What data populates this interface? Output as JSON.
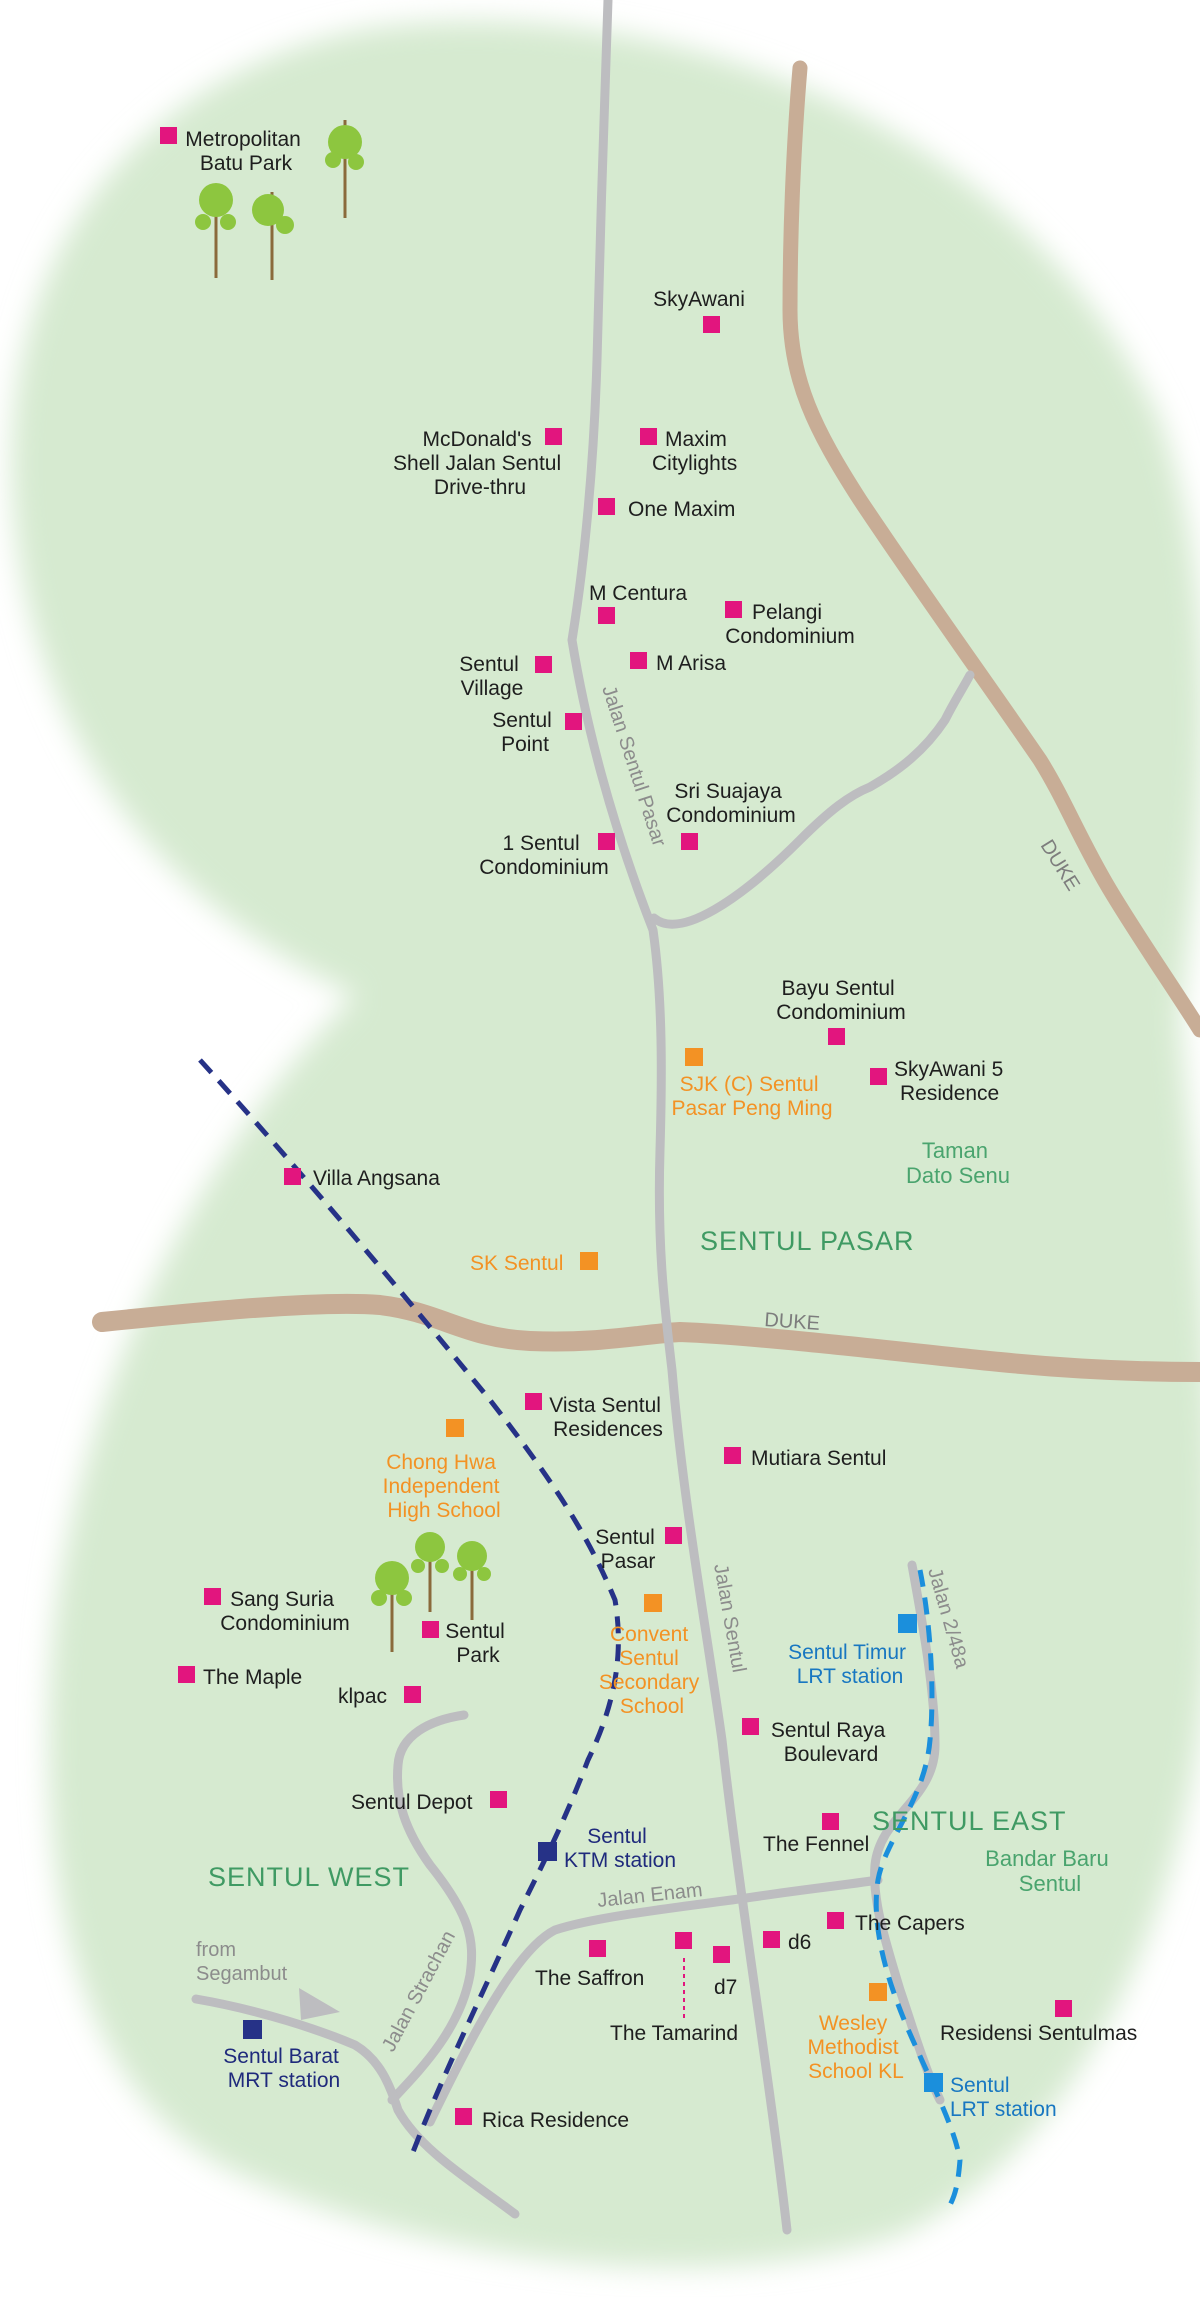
{
  "colors": {
    "land": "#d6ead0",
    "road": "#bdbdc0",
    "highway": "#c8ad96",
    "residential": "#e2157e",
    "school": "#f39224",
    "ktm_mrt": "#263287",
    "lrt": "#1b8fdc",
    "tree_leaf": "#8dc63f",
    "tree_trunk": "#8a6a3b"
  },
  "areas": {
    "sentul_pasar": "SENTUL PASAR",
    "sentul_west": "SENTUL WEST",
    "sentul_east": "SENTUL EAST"
  },
  "neighbourhoods": {
    "taman_dato_senu": [
      "Taman",
      "Dato Senu"
    ],
    "bandar_baru_sentul": [
      "Bandar Baru",
      "Sentul"
    ]
  },
  "roads": {
    "duke_north": "DUKE",
    "duke_middle": "DUKE",
    "jalan_sentul_pasar": "Jalan Sentul Pasar",
    "jalan_sentul": "Jalan Sentul",
    "jalan_2_48a": "Jalan 2/48a",
    "jalan_enam": "Jalan Enam",
    "jalan_strachan": "Jalan Strachan",
    "from_segambut": [
      "from",
      "Segambut"
    ]
  },
  "residential": {
    "metropolitan_batu_park": [
      "Metropolitan",
      "Batu Park"
    ],
    "skyawani": [
      "SkyAwani"
    ],
    "mcdonalds": [
      "McDonald's",
      "Shell Jalan Sentul",
      "Drive-thru"
    ],
    "maxim_citylights": [
      "Maxim",
      "Citylights"
    ],
    "one_maxim": [
      "One Maxim"
    ],
    "m_centura": [
      "M Centura"
    ],
    "pelangi": [
      "Pelangi",
      "Condominium"
    ],
    "sentul_village": [
      "Sentul",
      "Village"
    ],
    "m_arisa": [
      "M Arisa"
    ],
    "sentul_point": [
      "Sentul",
      "Point"
    ],
    "sri_suajaya": [
      "Sri Suajaya",
      "Condominium"
    ],
    "one_sentul": [
      "1 Sentul",
      "Condominium"
    ],
    "bayu_sentul": [
      "Bayu Sentul",
      "Condominium"
    ],
    "skyawani5": [
      "SkyAwani 5",
      "Residence"
    ],
    "villa_angsana": [
      "Villa Angsana"
    ],
    "vista_sentul": [
      "Vista Sentul",
      "Residences"
    ],
    "mutiara_sentul": [
      "Mutiara Sentul"
    ],
    "sentul_pasar_pt": [
      "Sentul",
      "Pasar"
    ],
    "sang_suria": [
      "Sang Suria",
      "Condominium"
    ],
    "sentul_park": [
      "Sentul",
      "Park"
    ],
    "the_maple": [
      "The Maple"
    ],
    "klpac": [
      "klpac"
    ],
    "sentul_raya": [
      "Sentul Raya",
      "Boulevard"
    ],
    "sentul_depot": [
      "Sentul Depot"
    ],
    "the_fennel": [
      "The Fennel"
    ],
    "the_capers": [
      "The Capers"
    ],
    "d6": [
      "d6"
    ],
    "d7": [
      "d7"
    ],
    "the_saffron": [
      "The Saffron"
    ],
    "the_tamarind": [
      "The Tamarind"
    ],
    "residensi_sentulmas": [
      "Residensi Sentulmas"
    ],
    "rica_residence": [
      "Rica Residence"
    ]
  },
  "schools": {
    "sjk_c": [
      "SJK (C) Sentul",
      "Pasar Peng Ming"
    ],
    "sk_sentul": [
      "SK Sentul"
    ],
    "chong_hwa": [
      "Chong Hwa",
      "Independent",
      "High School"
    ],
    "convent": [
      "Convent",
      "Sentul",
      "Secondary",
      "School"
    ],
    "wesley": [
      "Wesley",
      "Methodist",
      "School KL"
    ]
  },
  "stations": {
    "sentul_timur": [
      "Sentul Timur",
      "LRT station"
    ],
    "sentul_ktm": [
      "Sentul",
      "KTM station"
    ],
    "sentul_barat": [
      "Sentul Barat",
      "MRT station"
    ],
    "sentul_lrt": [
      "Sentul",
      "LRT station"
    ]
  }
}
